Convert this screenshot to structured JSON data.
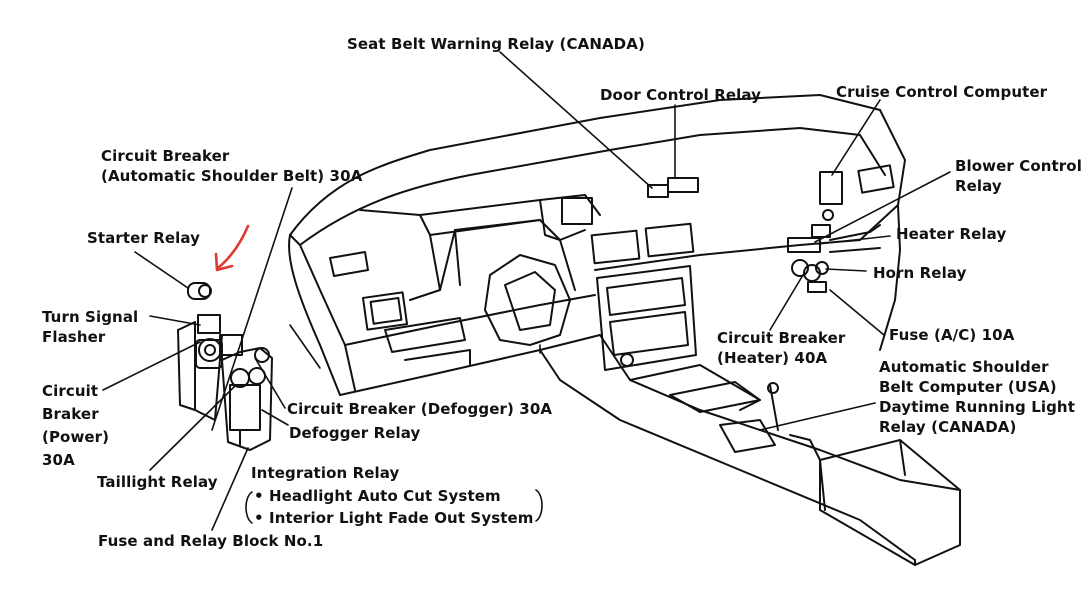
{
  "labels": {
    "seat_belt_warning_relay": "Seat Belt Warning Relay (CANADA)",
    "door_control_relay": "Door Control Relay",
    "cruise_control_computer": "Cruise Control Computer",
    "circuit_breaker_shoulder_belt": [
      "Circuit Breaker",
      "(Automatic Shoulder Belt) 30A"
    ],
    "blower_control_relay": [
      "Blower Control",
      "Relay"
    ],
    "starter_relay": "Starter Relay",
    "heater_relay": "Heater Relay",
    "horn_relay": "Horn Relay",
    "turn_signal_flasher": [
      "Turn Signal",
      "Flasher"
    ],
    "fuse_ac": "Fuse (A/C) 10A",
    "circuit_breaker_heater": [
      "Circuit Breaker",
      "(Heater) 40A"
    ],
    "circuit_breaker_power": [
      "Circuit",
      "Braker",
      "(Power)",
      "30A"
    ],
    "automatic_shoulder_belt_computer": [
      "Automatic Shoulder",
      "Belt Computer (USA)",
      "Daytime Running Light",
      "Relay (CANADA)"
    ],
    "circuit_breaker_defogger": "Circuit Breaker (Defogger) 30A",
    "defogger_relay": "Defogger Relay",
    "integration_relay": "Integration Relay",
    "headlight_auto_cut": "• Headlight Auto Cut System",
    "interior_light_fade": "• Interior Light Fade Out System",
    "taillight_relay": "Taillight Relay",
    "fuse_relay_block": "Fuse and Relay Block No.1"
  },
  "colors": {
    "line": "#111111",
    "annotation_arrow": "#e03a2f"
  }
}
